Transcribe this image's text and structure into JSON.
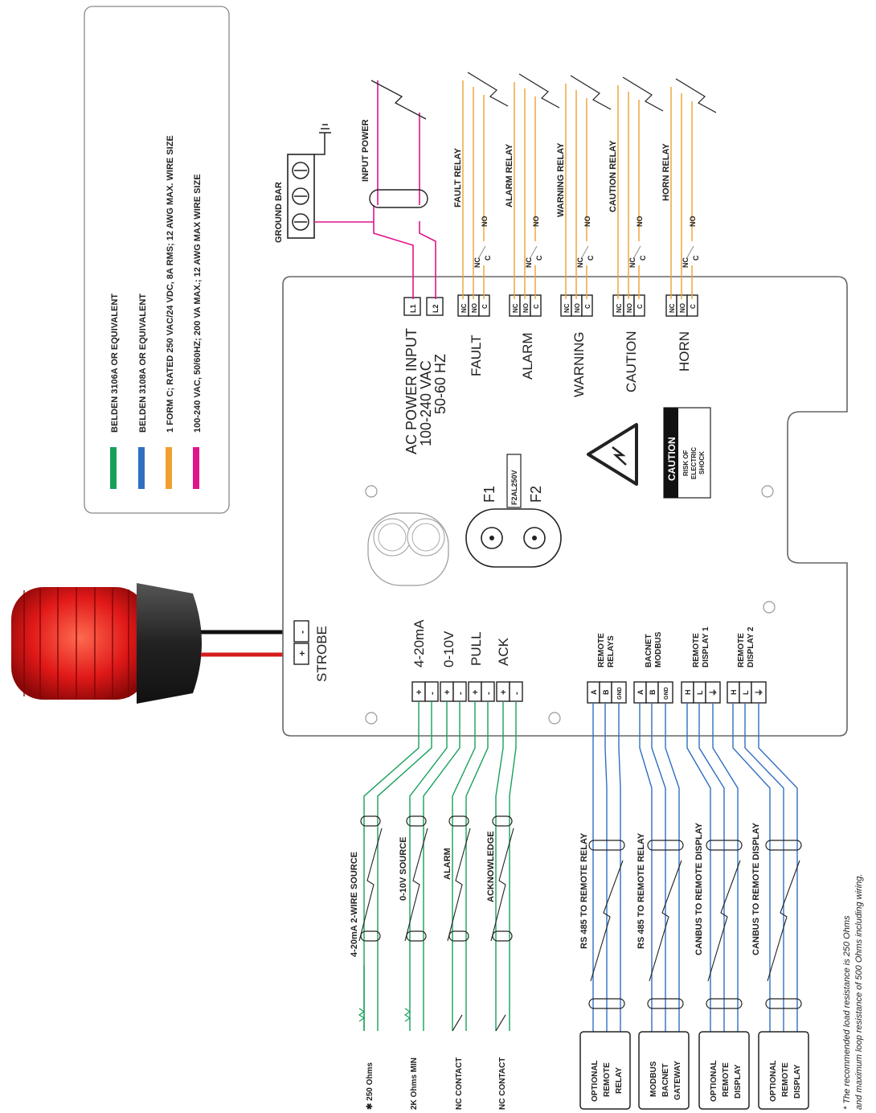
{
  "legend": {
    "items": [
      {
        "color": "#17a05a",
        "text": "BELDEN 3106A OR EQUIVALENT"
      },
      {
        "color": "#2f6fc1",
        "text": "BELDEN 3108A OR EQUIVALENT"
      },
      {
        "color": "#f0a030",
        "text": "1 FORM C; RATED 250 VAC/24 VDC, 8A RMS; 12 AWG MAX. WIRE SIZE"
      },
      {
        "color": "#e0148c",
        "text": "100-240 VAC, 50/60HZ; 200 VA MAX.; 12 AWG MAX WIRE SIZE"
      }
    ]
  },
  "top": {
    "ground_bar": "GROUND BAR",
    "input_power": "INPUT POWER",
    "relays": [
      "FAULT RELAY",
      "ALARM RELAY",
      "WARNING RELAY",
      "CAUTION RELAY",
      "HORN RELAY"
    ],
    "nc": "NC",
    "c": "C",
    "no": "NO"
  },
  "board": {
    "ac_line1": "AC POWER INPUT",
    "ac_line2": "100-240 VAC",
    "ac_line3": "50-60 HZ",
    "l1": "L1",
    "l2": "L2",
    "relay_names": [
      "FAULT",
      "ALARM",
      "WARNING",
      "CAUTION",
      "HORN"
    ],
    "term_nc": "NC",
    "term_no": "NO",
    "term_c": "C",
    "fuse_label": "F2AL250V",
    "f1": "F1",
    "f2": "F2",
    "caution": "CAUTION",
    "risk1": "RISK OF",
    "risk2": "ELECTRIC",
    "risk3": "SHOCK",
    "strobe": "STROBE",
    "plus": "+",
    "minus": "-",
    "inputs": [
      "4-20mA",
      "0-10V",
      "PULL",
      "ACK"
    ],
    "comms": [
      {
        "l1": "REMOTE",
        "l2": "RELAYS",
        "t": [
          "A",
          "B",
          "GND"
        ]
      },
      {
        "l1": "BACNET",
        "l2": "MODBUS",
        "t": [
          "A",
          "B",
          "GND"
        ]
      },
      {
        "l1": "REMOTE",
        "l2": "DISPLAY 1",
        "t": [
          "H",
          "L",
          "⏚"
        ]
      },
      {
        "l1": "REMOTE",
        "l2": "DISPLAY 2",
        "t": [
          "H",
          "L",
          "⏚"
        ]
      }
    ]
  },
  "bottom": {
    "sources": [
      "4-20mA 2-WIRE SOURCE",
      "0-10V SOURCE",
      "ALARM",
      "ACKNOWLEDGE"
    ],
    "loads": [
      "✱ 250 Ohms",
      "2K Ohms MIN",
      "NC CONTACT",
      "NC CONTACT"
    ],
    "links": [
      "RS 485 TO REMOTE RELAY",
      "RS 485 TO REMOTE RELAY",
      "CANBUS TO REMOTE DISPLAY",
      "CANBUS TO REMOTE DISPLAY"
    ],
    "devices": [
      [
        "OPTIONAL",
        "REMOTE",
        "RELAY"
      ],
      [
        "MODBUS",
        "BACNET",
        "GATEWAY"
      ],
      [
        "OPTIONAL",
        "REMOTE",
        "DISPLAY"
      ],
      [
        "OPTIONAL",
        "REMOTE",
        "DISPLAY"
      ]
    ],
    "note1": "* The recommended load resistance is 250 Ohms",
    "note2": "and maximum loop resistance of 500 Ohms including wiring."
  }
}
